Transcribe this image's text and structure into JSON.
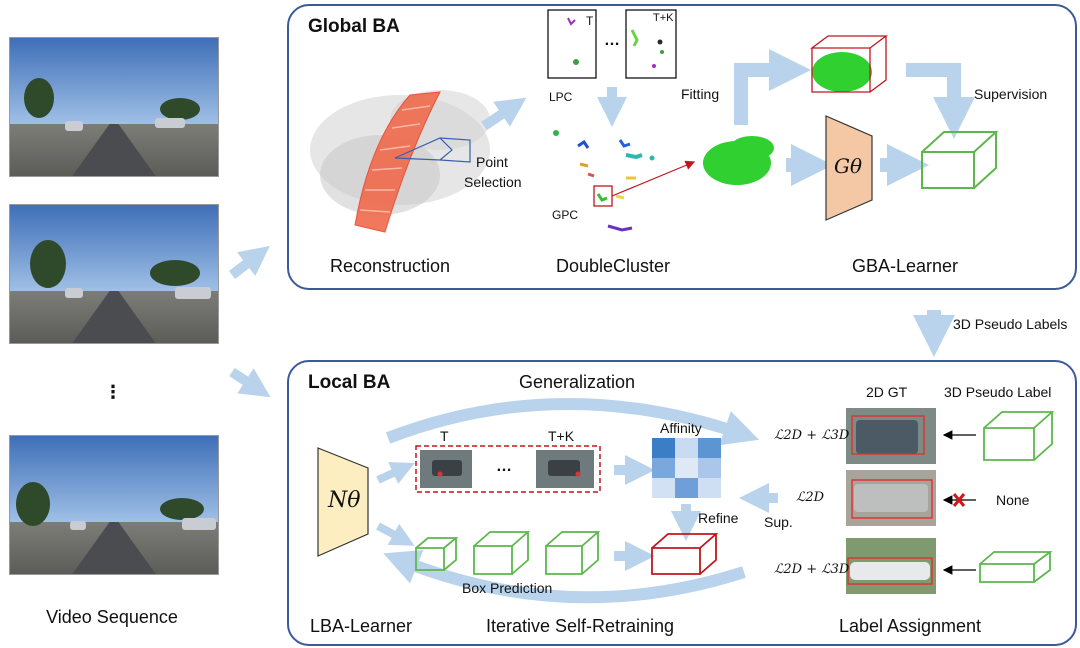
{
  "left": {
    "caption": "Video Sequence",
    "ellipsis": "⋮"
  },
  "global_ba": {
    "title": "Global BA",
    "captions": {
      "reconstruction": "Reconstruction",
      "doublecluster": "DoubleCluster",
      "gba_learner": "GBA-Learner"
    },
    "point_selection": [
      "Point",
      "Selection"
    ],
    "lpc": "LPC",
    "gpc": "GPC",
    "t": "T",
    "tk": "T+K",
    "dots": "…",
    "fitting": "Fitting",
    "supervision": "Supervision",
    "g_theta": "Gθ"
  },
  "pseudo_labels_arrow": "3D Pseudo Labels",
  "local_ba": {
    "title": "Local BA",
    "generalization": "Generalization",
    "t": "T",
    "tk": "T+K",
    "dots": "…",
    "affinity": "Affinity",
    "refine": "Refine",
    "sup": "Sup.",
    "box_prediction": "Box Prediction",
    "n_theta": "Nθ",
    "captions": {
      "lba_learner": "LBA-Learner",
      "iterative": "Iterative Self-Retraining",
      "label_assignment": "Label Assignment"
    },
    "col_2dgt": "2D GT",
    "col_3dpseudo": "3D Pseudo Label",
    "loss_both": "ℒ2D + ℒ3D",
    "loss_2d": "ℒ2D",
    "none": "None"
  },
  "colors": {
    "panel_border": "#3a5a9a",
    "arrow": "#b9d3ec",
    "red_mesh": "#e8452c",
    "green": "#5cb84c",
    "box_red": "#c0171e",
    "g_fill": "#f5c8a5",
    "n_fill": "#fdeec2"
  }
}
